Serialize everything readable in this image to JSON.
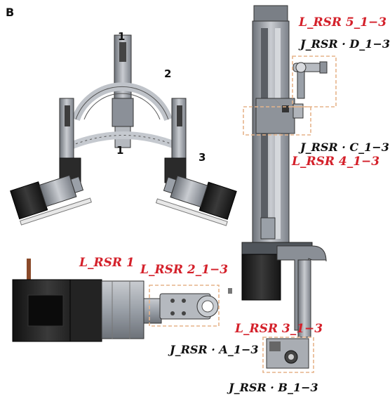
{
  "panel_label": "B",
  "assembly_numbers": [
    "1",
    "2",
    "1",
    "3"
  ],
  "labels": {
    "lrsr5": "L_RSR 5_1−3",
    "jd": "J_RSR · D_1−3",
    "jc": "J_RSR · C_1−3",
    "lrsr4": "L_RSR 4_1−3",
    "lrsr1": "L_RSR 1",
    "lrsr2": "L_RSR 2_1−3",
    "lrsr3": "L_RSR 3_1−3",
    "ja": "J_RSR · A_1−3",
    "jb": "J_RSR · B_1−3"
  },
  "colors": {
    "label_red": "#d4202a",
    "frame_orange": "#e6b48a",
    "metal": "#9aa0a8",
    "motor": "#1e1e1e"
  }
}
